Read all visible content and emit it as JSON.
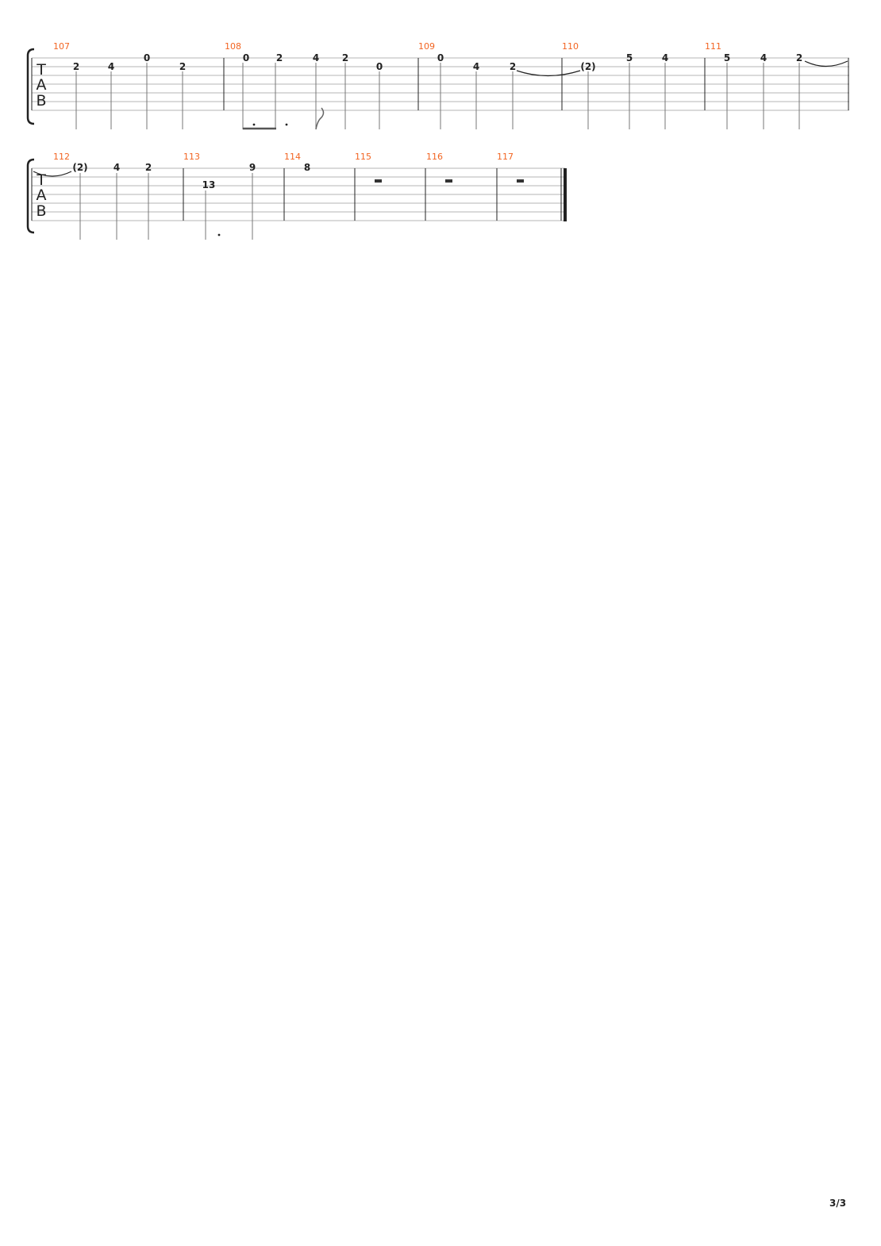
{
  "page": {
    "number": "3/3"
  },
  "colors": {
    "measure_number": "#f26522",
    "staff_line": "#b4b4b4",
    "ink": "#222222",
    "stem": "#777777"
  },
  "clef": {
    "letters": [
      "T",
      "A",
      "B"
    ]
  },
  "systems": [
    {
      "measures": [
        {
          "number": "107",
          "notes": [
            {
              "fret": "2",
              "string": 2
            },
            {
              "fret": "4",
              "string": 2
            },
            {
              "fret": "0",
              "string": 1
            },
            {
              "fret": "2",
              "string": 2
            }
          ]
        },
        {
          "number": "108",
          "notes": [
            {
              "fret": "0",
              "string": 1
            },
            {
              "fret": "2",
              "string": 1
            },
            {
              "fret": "4",
              "string": 1
            },
            {
              "fret": "2",
              "string": 1
            },
            {
              "fret": "0",
              "string": 2
            }
          ]
        },
        {
          "number": "109",
          "notes": [
            {
              "fret": "0",
              "string": 1
            },
            {
              "fret": "4",
              "string": 2
            },
            {
              "fret": "2",
              "string": 2,
              "tie": "start"
            }
          ]
        },
        {
          "number": "110",
          "notes": [
            {
              "fret": "(2)",
              "string": 2,
              "tie": "end"
            },
            {
              "fret": "5",
              "string": 1
            },
            {
              "fret": "4",
              "string": 1
            }
          ]
        },
        {
          "number": "111",
          "notes": [
            {
              "fret": "5",
              "string": 1
            },
            {
              "fret": "4",
              "string": 1
            },
            {
              "fret": "2",
              "string": 1,
              "tie": "start"
            }
          ]
        }
      ]
    },
    {
      "measures": [
        {
          "number": "112",
          "notes": [
            {
              "fret": "(2)",
              "string": 1,
              "tie": "end"
            },
            {
              "fret": "4",
              "string": 1
            },
            {
              "fret": "2",
              "string": 1
            }
          ]
        },
        {
          "number": "113",
          "notes": [
            {
              "fret": "13",
              "string": 3
            },
            {
              "fret": "9",
              "string": 1
            }
          ]
        },
        {
          "number": "114",
          "notes": [
            {
              "fret": "8",
              "string": 1
            }
          ]
        },
        {
          "number": "115",
          "rest": true
        },
        {
          "number": "116",
          "rest": true
        },
        {
          "number": "117",
          "rest": true
        }
      ]
    }
  ]
}
